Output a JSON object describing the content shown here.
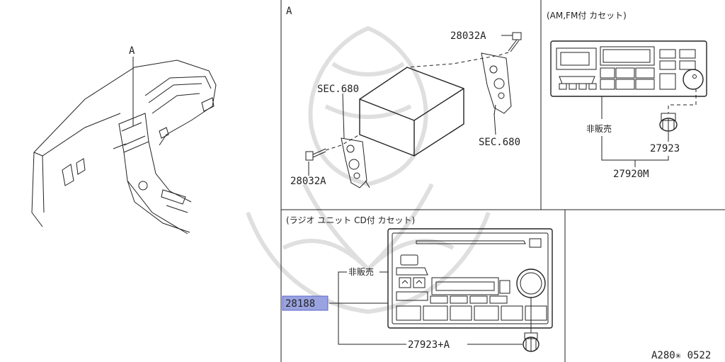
{
  "panel_a": {
    "title": "A",
    "parts": {
      "screw_top": "28032A",
      "screw_bottom": "28032A",
      "bracket_left_sec": "SEC.680",
      "bracket_right_sec": "SEC.680"
    }
  },
  "overview": {
    "callout": "A"
  },
  "panel_amfm": {
    "title": "(AM,FM付 カセット)",
    "not_for_sale": "非販売",
    "knob_part": "27923",
    "unit_part": "27920M"
  },
  "panel_cd": {
    "title": "(ラジオ ユニット CD付 カセット)",
    "not_for_sale": "非販売",
    "unit_part": "28188",
    "knob_part": "27923+A"
  },
  "footer": {
    "code": "A280✳ 0522"
  },
  "colors": {
    "highlight": "#9aa3e0",
    "line": "#222222",
    "watermark": "#dcdcdc"
  }
}
